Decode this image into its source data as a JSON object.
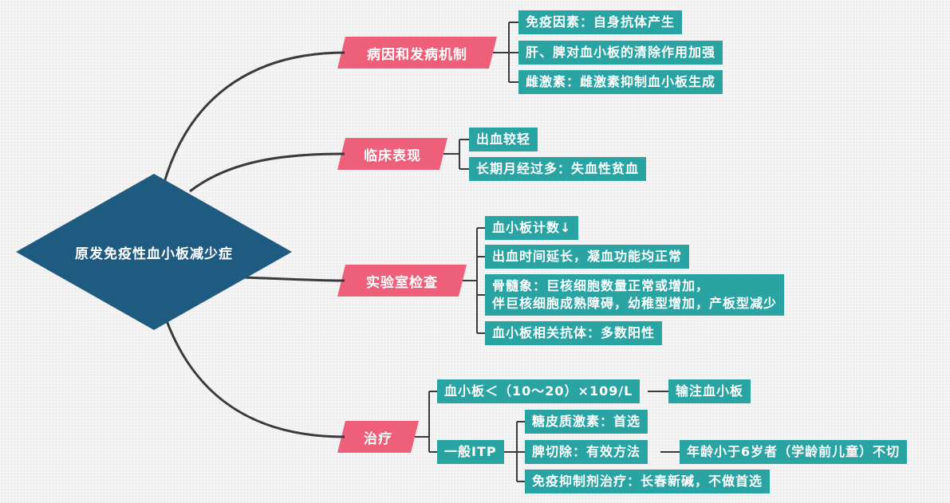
{
  "root": "原发免疫性血小板减少症",
  "branches": [
    {
      "label": "病因和发病机制",
      "children": [
        "免疫因素：自身抗体产生",
        "肝、脾对血小板的清除作用加强",
        "雌激素：雌激素抑制血小板生成"
      ]
    },
    {
      "label": "临床表现",
      "children": [
        "出血较轻",
        "长期月经过多：失血性贫血"
      ]
    },
    {
      "label": "实验室检查",
      "children": [
        "血小板计数↓",
        "出血时间延长，凝血功能均正常",
        "骨髓象：巨核细胞数量正常或增加，\n伴巨核细胞成熟障碍，幼稚型增加，产板型减少",
        "血小板相关抗体：多数阳性"
      ]
    },
    {
      "label": "治疗",
      "children": [
        {
          "label": "血小板＜（10～20）×109/L",
          "children": [
            "输注血小板"
          ]
        },
        {
          "label": "一般ITP",
          "children": [
            "糖皮质激素：首选",
            {
              "label": "脾切除：有效方法",
              "children": [
                "年龄小于6岁者（学龄前儿童）不切"
              ]
            },
            "免疫抑制剂治疗：长春新碱，不做首选"
          ]
        }
      ]
    }
  ],
  "colors": {
    "root": "#1f5b80",
    "branch": "#ee6079",
    "leaf": "#2aa3a3",
    "link": "#3a3a3a"
  }
}
